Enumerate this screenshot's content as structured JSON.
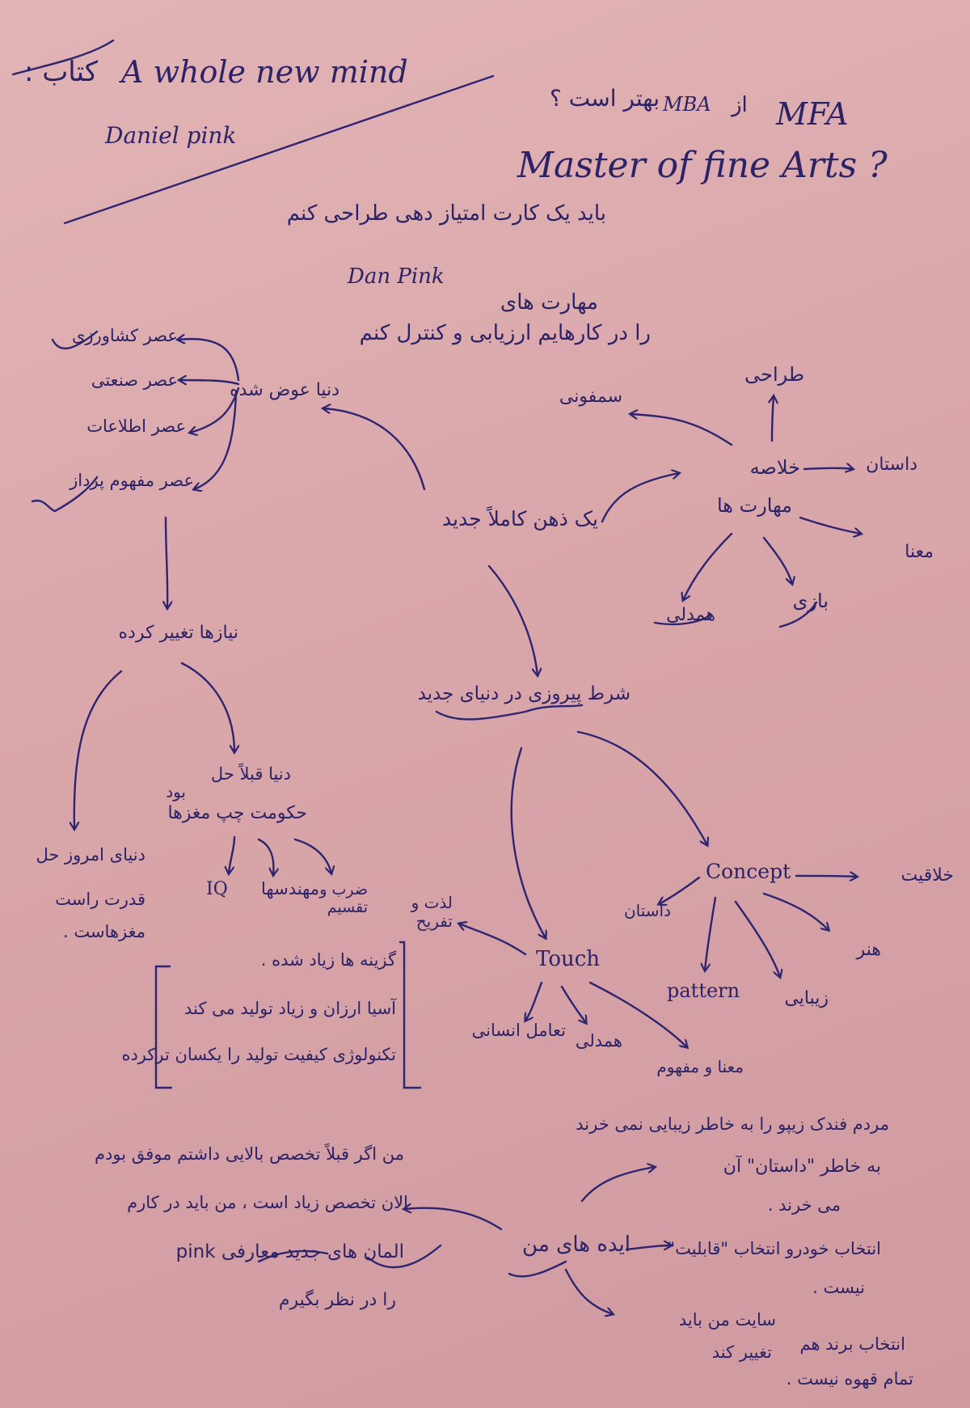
{
  "title": {
    "label": "کتاب :",
    "book": "A whole new mind",
    "author": "Daniel pink"
  },
  "question": {
    "line1_fa": "بهتر است ؟",
    "mba": "MBA",
    "az": "از",
    "mfa": "MFA",
    "line2": "Master of fine Arts ?"
  },
  "intro": {
    "l1": "باید یک کارت امتیاز دهی طراحی کنم",
    "l2": "Dan Pink",
    "l3": "مهارت های",
    "l4": "را در کارهایم ارزیابی و کنترل کنم"
  },
  "center": "یک ذهن کاملاً جدید",
  "world": {
    "label": "دنیا عوض شده",
    "eras": [
      "عصر کشاورزی",
      "عصر صنعتی",
      "عصر اطلاعات",
      "عصر مفهوم پرداز"
    ]
  },
  "needs": {
    "label": "نیازها تغییر کرده",
    "today": [
      "دنیای امروز حل",
      "قدرت راست",
      "مغزهاست ."
    ],
    "past": {
      "l1": "دنیا قبلاً حل",
      "l2": "بود",
      "l3": "حکومت چپ مغزها"
    },
    "tools": [
      "IQ",
      "مهندسها",
      "ضرب و تقسیم"
    ]
  },
  "reasons": [
    "گزینه ها زیاد شده .",
    "آسیا ارزان و زیاد تولید می کند",
    "تکنولوژی کیفیت تولید را یکسان ترکرده"
  ],
  "skills": {
    "label1": "خلاصه",
    "label2": "مهارت ها",
    "items": [
      "سمفونی",
      "طراحی",
      "داستان",
      "معنا",
      "بازی",
      "همدلی"
    ]
  },
  "success": "شرط پیروزی در دنیای جدید",
  "concept": {
    "label": "Concept",
    "items": [
      "خلاقیت",
      "داستان",
      "هنر",
      "pattern",
      "زیبایی"
    ]
  },
  "touch": {
    "label": "Touch",
    "items": [
      "لذت و تفریح",
      "تعامل انسانی",
      "همدلی",
      "معنا و مفهوم"
    ]
  },
  "ideas": {
    "label": "ایده های من",
    "people": [
      "مردم فندک زیپو را به خاطر زیبایی نمی خرند",
      "به خاطر \"داستان\" آن",
      "می خرند ."
    ],
    "mine": [
      "من اگر قبلاً تخصص بالایی داشتم موفق بودم",
      "الان تخصص زیاد است ، من باید در کارم",
      "المان های جدید معارفی pink",
      "را در نظر بگیرم"
    ],
    "quality": [
      "انتخاب خودرو انتخاب \"قابلیت\"",
      "نیست ."
    ],
    "website": [
      "سایت من باید",
      "تغییر کند"
    ],
    "coffee": [
      "انتخاب برند هم",
      "تمام قهوه نیست ."
    ]
  }
}
